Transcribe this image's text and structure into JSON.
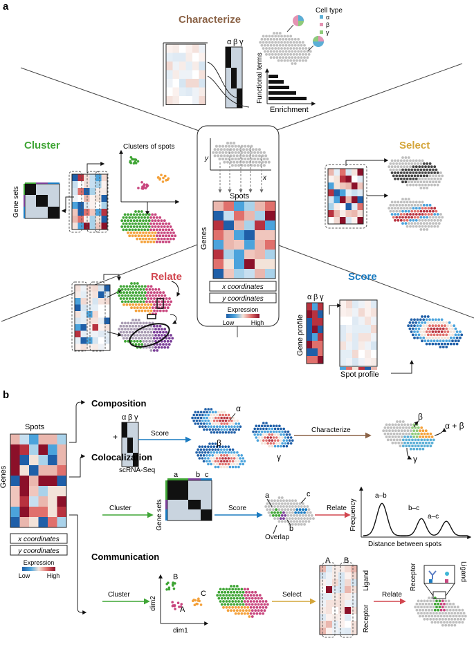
{
  "panel_a": {
    "label": "a",
    "center": {
      "axis_x": "x",
      "axis_y": "y",
      "spots_label": "Spots",
      "genes_label": "Genes",
      "x_coords": "x coordinates",
      "y_coords": "y coordinates",
      "expression_label": "Expression",
      "low": "Low",
      "high": "High"
    },
    "characterize": {
      "title": "Characterize",
      "title_color": "#8B6347",
      "greek": [
        "α",
        "β",
        "γ"
      ],
      "cell_type_label": "Cell type",
      "legend": [
        {
          "name": "α",
          "color": "#5BAFD6"
        },
        {
          "name": "β",
          "color": "#E493B3"
        },
        {
          "name": "γ",
          "color": "#8FCB7A"
        }
      ],
      "functional_terms": "Functional terms",
      "enrichment": "Enrichment"
    },
    "cluster": {
      "title": "Cluster",
      "title_color": "#3FA535",
      "clusters_label": "Clusters of spots",
      "gene_sets": "Gene sets"
    },
    "select": {
      "title": "Select",
      "title_color": "#D4A53A"
    },
    "relate": {
      "title": "Relate",
      "title_color": "#D2464F"
    },
    "score": {
      "title": "Score",
      "title_color": "#1A7BC1",
      "greek": [
        "α",
        "β",
        "γ"
      ],
      "gene_profile": "Gene profile",
      "spot_profile": "Spot profile"
    }
  },
  "panel_b": {
    "label": "b",
    "left": {
      "spots": "Spots",
      "genes": "Genes",
      "x_coords": "x coordinates",
      "y_coords": "y coordinates",
      "expression": "Expression",
      "low": "Low",
      "high": "High"
    },
    "composition": {
      "title": "Composition",
      "greek": [
        "α",
        "β",
        "γ"
      ],
      "plus": "+",
      "scrna": "scRNA-Seq",
      "score": "Score",
      "characterize": "Characterize",
      "labels": [
        "α",
        "β",
        "γ"
      ],
      "result_labels": [
        "β",
        "α + β",
        "γ"
      ]
    },
    "colocalization": {
      "title": "Colocalization",
      "cluster": "Cluster",
      "set_labels": [
        "a",
        "b",
        "c"
      ],
      "gene_sets": "Gene sets",
      "score": "Score",
      "spot_labels": [
        "a",
        "c",
        "b"
      ],
      "overlap": "Overlap",
      "relate": "Relate",
      "frequency": "Frequency",
      "peaks": [
        "a–b",
        "b–c",
        "a–c"
      ],
      "distance": "Distance between spots"
    },
    "communication": {
      "title": "Communication",
      "cluster": "Cluster",
      "dim2": "dim2",
      "dim1": "dim1",
      "clusters": [
        "B",
        "A",
        "C"
      ],
      "select": "Select",
      "ligand": "Ligand",
      "receptor": "Receptor",
      "col_labels": [
        "A",
        "B"
      ],
      "relate": "Relate",
      "receptor2": "Receptor",
      "ligand2": "Ligand"
    }
  },
  "colors": {
    "green": "#3FA535",
    "purple": "#7B3F98",
    "orange": "#F4A13A",
    "pink": "#C8467E",
    "blue": "#1A7BC1",
    "red": "#D2464F",
    "gold": "#D4A53A",
    "brown": "#8B6347",
    "spot_gray": "#BFBFBF"
  }
}
